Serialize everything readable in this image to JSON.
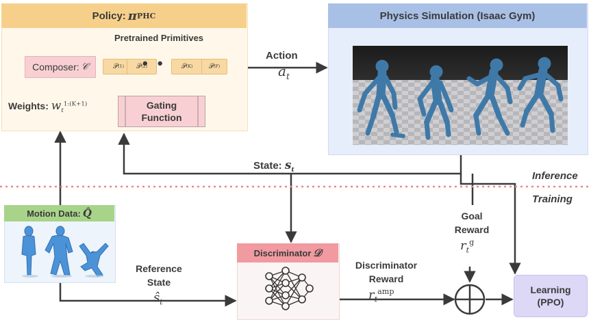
{
  "policy": {
    "title": "Policy: ",
    "title_symbol": "π",
    "title_sub": "PHC",
    "primitives_title": "Pretrained Primitives",
    "primitives": [
      {
        "base": "𝒫",
        "sup": "(1)"
      },
      {
        "base": "𝒫",
        "sup": "(2)"
      },
      {
        "base": "𝒫",
        "sup": "(K)"
      },
      {
        "base": "𝒫",
        "sup": "(F)"
      }
    ],
    "primitives_ellipsis": "• • •",
    "composer_label": "Composer: ",
    "composer_symbol": "𝒞",
    "weights_label": "Weights: ",
    "weights_symbol": "w",
    "weights_sub": "t",
    "weights_sup": "1:(K+1)",
    "gating_line1": "Gating",
    "gating_line2": "Function"
  },
  "physics": {
    "title": "Physics Simulation (Isaac Gym)"
  },
  "action": {
    "label": "Action",
    "symbol": "a",
    "sub": "t"
  },
  "state": {
    "label": "State: ",
    "symbol": "s",
    "sub": "t"
  },
  "modes": {
    "inference": "Inference",
    "training": "Training"
  },
  "motion": {
    "title": "Motion Data: ",
    "symbol": "Q̂"
  },
  "reference": {
    "line1": "Reference",
    "line2": "State",
    "symbol": "ŝ",
    "sub": "t"
  },
  "discriminator": {
    "title": "Discriminator ",
    "symbol": "𝒟"
  },
  "disc_reward": {
    "line1": "Discriminator",
    "line2": "Reward",
    "symbol": "r",
    "sub": "t",
    "sup": "amp"
  },
  "goal_reward": {
    "line1": "Goal",
    "line2": "Reward",
    "symbol": "r",
    "sub": "t",
    "sup": "g"
  },
  "learning": {
    "line1": "Learning",
    "line2": "(PPO)"
  },
  "colors": {
    "policy_header": "#f6d08a",
    "policy_bg": "#fff8ea",
    "physics_header": "#a9c0e6",
    "physics_bg": "#e7eefb",
    "composer": "#f8d0d3",
    "gating": "#f8d0d3",
    "motion_header": "#a8d48a",
    "discriminator_header": "#f19aa0",
    "learning": "#dcd8f6",
    "divider": "#e98a8a",
    "arrow": "#3a3a3a",
    "robot": "#3f79a8"
  }
}
